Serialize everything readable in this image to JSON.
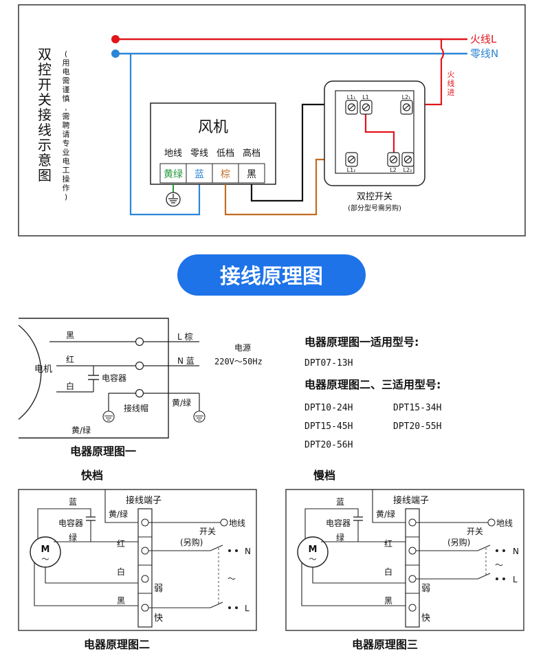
{
  "wiring": {
    "side_title": [
      "双",
      "控",
      "开",
      "关",
      "接",
      "线",
      "示",
      "意",
      "图"
    ],
    "side_note": [
      "(",
      "用",
      "电",
      "需",
      "谨",
      "慎",
      ",",
      "需",
      "聘",
      "请",
      "专",
      "业",
      "电",
      "工",
      "操",
      "作",
      ")"
    ],
    "live_label": "火线L",
    "neutral_label": "零线N",
    "live_in_label": [
      "火",
      "线",
      "进"
    ],
    "fan_title": "风机",
    "fan_terminal_labels": [
      "地线",
      "零线",
      "低档",
      "高档"
    ],
    "fan_terminals": [
      "黄绿",
      "蓝",
      "棕",
      "黑"
    ],
    "switch_terms": {
      "l1a": "L1₁",
      "l1b": "L1",
      "l2a": "L2₁",
      "l12": "L1₂",
      "l2": "L2",
      "l22": "L2₂"
    },
    "switch_caption": "双控开关",
    "switch_subcaption": "(部分型号需另购)",
    "colors": {
      "live": "#e0161c",
      "neutral": "#2a86d6",
      "brown": "#c26b22",
      "green": "#1f9a3a",
      "banner": "#1e73e8"
    }
  },
  "banner": {
    "title": "接线原理图"
  },
  "diagram1": {
    "motor_label": "电机",
    "wire_black": "黑",
    "wire_red": "红",
    "wire_white": "白",
    "capacitor": "电容器",
    "ground_cap": "接线帽",
    "yellow_green_right": "黄/绿",
    "yellow_green_bottom": "黄/绿",
    "terminal_l": "L 棕",
    "terminal_n": "N 蓝",
    "power_label": "电源",
    "power_value": "220V～50Hz",
    "caption": "电器原理图一"
  },
  "models": {
    "title1": "电器原理图一适用型号:",
    "model1": "DPT07-13H",
    "title2": "电器原理图二、三适用型号:",
    "models2": [
      "DPT10-24H",
      "DPT15-34H",
      "DPT15-45H",
      "DPT20-55H",
      "DPT20-56H"
    ]
  },
  "diagram2": {
    "speed_title": "快档",
    "blue": "蓝",
    "capacitor": "电容器",
    "green": "绿",
    "terminal_block": "接线端子",
    "yellow_green": "黄/绿",
    "red": "红",
    "white": "白",
    "black": "黑",
    "weak": "弱",
    "fast": "快",
    "ground": "地线",
    "switch": "开关",
    "switch_note": "(另购)",
    "n": "N",
    "l": "L",
    "tilde": "～",
    "motor": "M",
    "motor_tilde": "～",
    "caption": "电器原理图二"
  },
  "diagram3": {
    "speed_title": "慢档",
    "blue": "蓝",
    "capacitor": "电容器",
    "green": "绿",
    "terminal_block": "接线端子",
    "yellow_green": "黄/绿",
    "red": "红",
    "white": "白",
    "black": "黑",
    "weak": "弱",
    "fast": "快",
    "ground": "地线",
    "switch": "开关",
    "switch_note": "(另购)",
    "n": "N",
    "l": "L",
    "tilde": "～",
    "motor": "M",
    "motor_tilde": "～",
    "caption": "电器原理图三"
  }
}
